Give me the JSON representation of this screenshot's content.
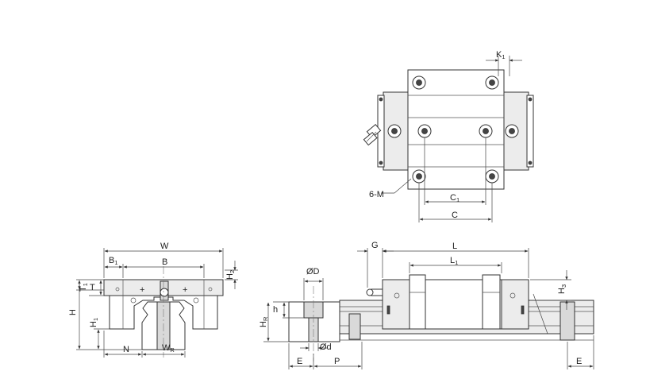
{
  "top_view": {
    "K1": {
      "main": "K",
      "sub": "1"
    },
    "M": "6-M",
    "C1": {
      "main": "C",
      "sub": "1"
    },
    "C": "C"
  },
  "front_view": {
    "W": "W",
    "B1": {
      "main": "B",
      "sub": "1"
    },
    "B": "B",
    "H2": {
      "main": "H",
      "sub": "2"
    },
    "T1": {
      "main": "T",
      "sub": "1"
    },
    "T": "T",
    "H": "H",
    "H1": {
      "main": "H",
      "sub": "1"
    },
    "N": "N",
    "WR": {
      "main": "W",
      "sub": "R"
    }
  },
  "rail_hole": {
    "D": "ØD",
    "h": "h",
    "HR": {
      "main": "H",
      "sub": "R"
    },
    "d": "Ød",
    "E": "E",
    "P": "P"
  },
  "side_view": {
    "G": "G",
    "L": "L",
    "L1": {
      "main": "L",
      "sub": "1"
    },
    "H3": {
      "main": "H",
      "sub": "3"
    },
    "E": "E"
  }
}
